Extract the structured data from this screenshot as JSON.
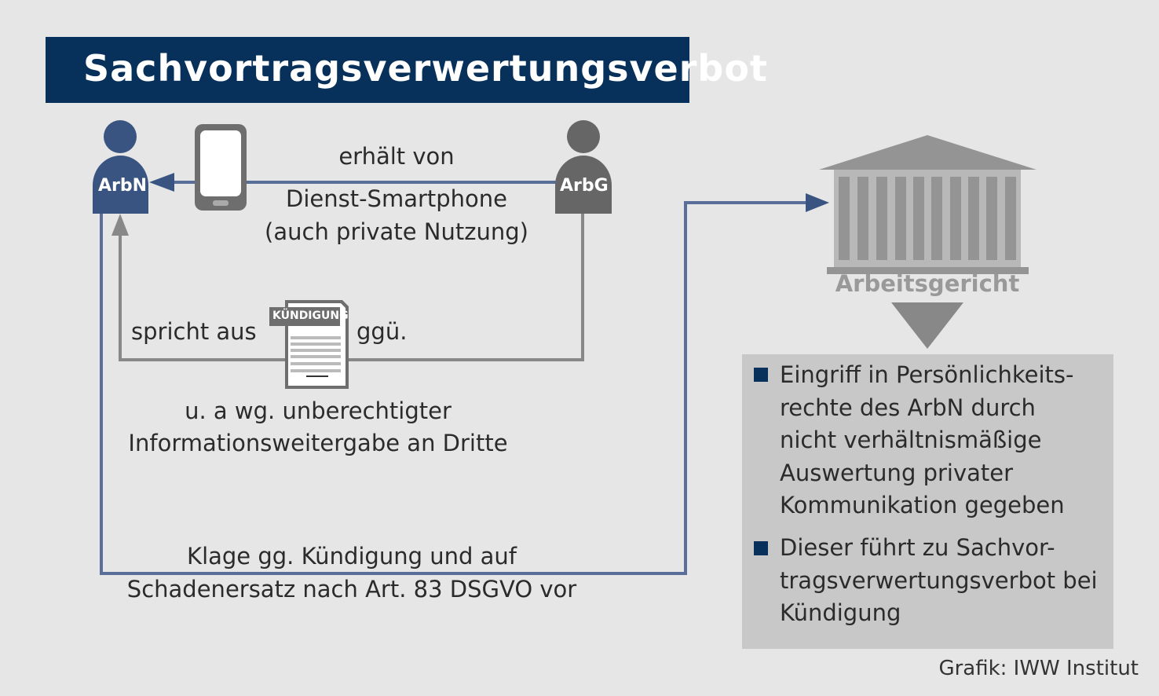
{
  "title": "Sachvortragsverwertungsverbot",
  "actors": {
    "employee": "ArbN",
    "employer": "ArbG"
  },
  "edges": {
    "receives_from": "erhält von",
    "smartphone_line1": "Dienst-Smartphone",
    "smartphone_line2": "(auch private Nutzung)",
    "declares": "spricht aus",
    "towards": "ggü.",
    "reason_line1": "u. a wg. unberechtigter",
    "reason_line2": "Informationsweitergabe an Dritte",
    "lawsuit_line1": "Klage gg. Kündigung und auf",
    "lawsuit_line2": "Schadenersatz nach Art. 83 DSGVO vor"
  },
  "document_label": "KÜNDIGUNG",
  "court_label": "Arbeitsgericht",
  "findings": [
    "Eingriff in Persönlichkeits-\nrechte des ArbN durch\nnicht verhältnismäßige\nAuswertung privater\nKommunikation gegeben",
    "Dieser führt zu Sachvor-\ntragsverwertungsverbot bei\nKündigung"
  ],
  "credit": "Grafik: IWW Institut",
  "colors": {
    "navy": "#07305a",
    "employee": "#3a5482",
    "employer": "#666666",
    "line_gray": "#888888",
    "box": "#c8c8c8"
  }
}
